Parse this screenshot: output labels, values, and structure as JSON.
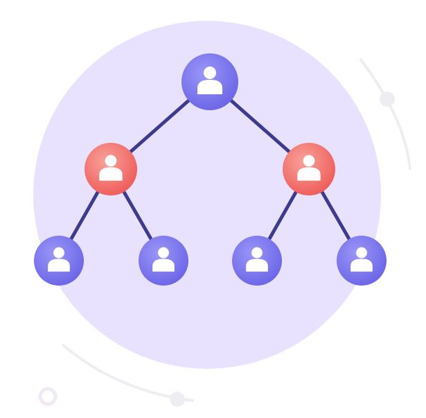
{
  "colors": {
    "background_circle": "#e8e2ff",
    "connector": "#3d3b8e",
    "primary_node": "#7570ee",
    "primary_node_light": "#9a96f7",
    "accent_node": "#f06a66",
    "accent_node_light": "#f8a29a",
    "person_icon": "#ffffff",
    "decoration": "#efedf2"
  },
  "tree": {
    "nodes": [
      {
        "id": "root",
        "level": 0,
        "kind": "primary"
      },
      {
        "id": "manager-left",
        "level": 1,
        "kind": "accent",
        "parent": "root"
      },
      {
        "id": "manager-right",
        "level": 1,
        "kind": "accent",
        "parent": "root"
      },
      {
        "id": "member-1",
        "level": 2,
        "kind": "primary",
        "parent": "manager-left"
      },
      {
        "id": "member-2",
        "level": 2,
        "kind": "primary",
        "parent": "manager-left"
      },
      {
        "id": "member-3",
        "level": 2,
        "kind": "primary",
        "parent": "manager-right"
      },
      {
        "id": "member-4",
        "level": 2,
        "kind": "primary",
        "parent": "manager-right"
      }
    ]
  }
}
